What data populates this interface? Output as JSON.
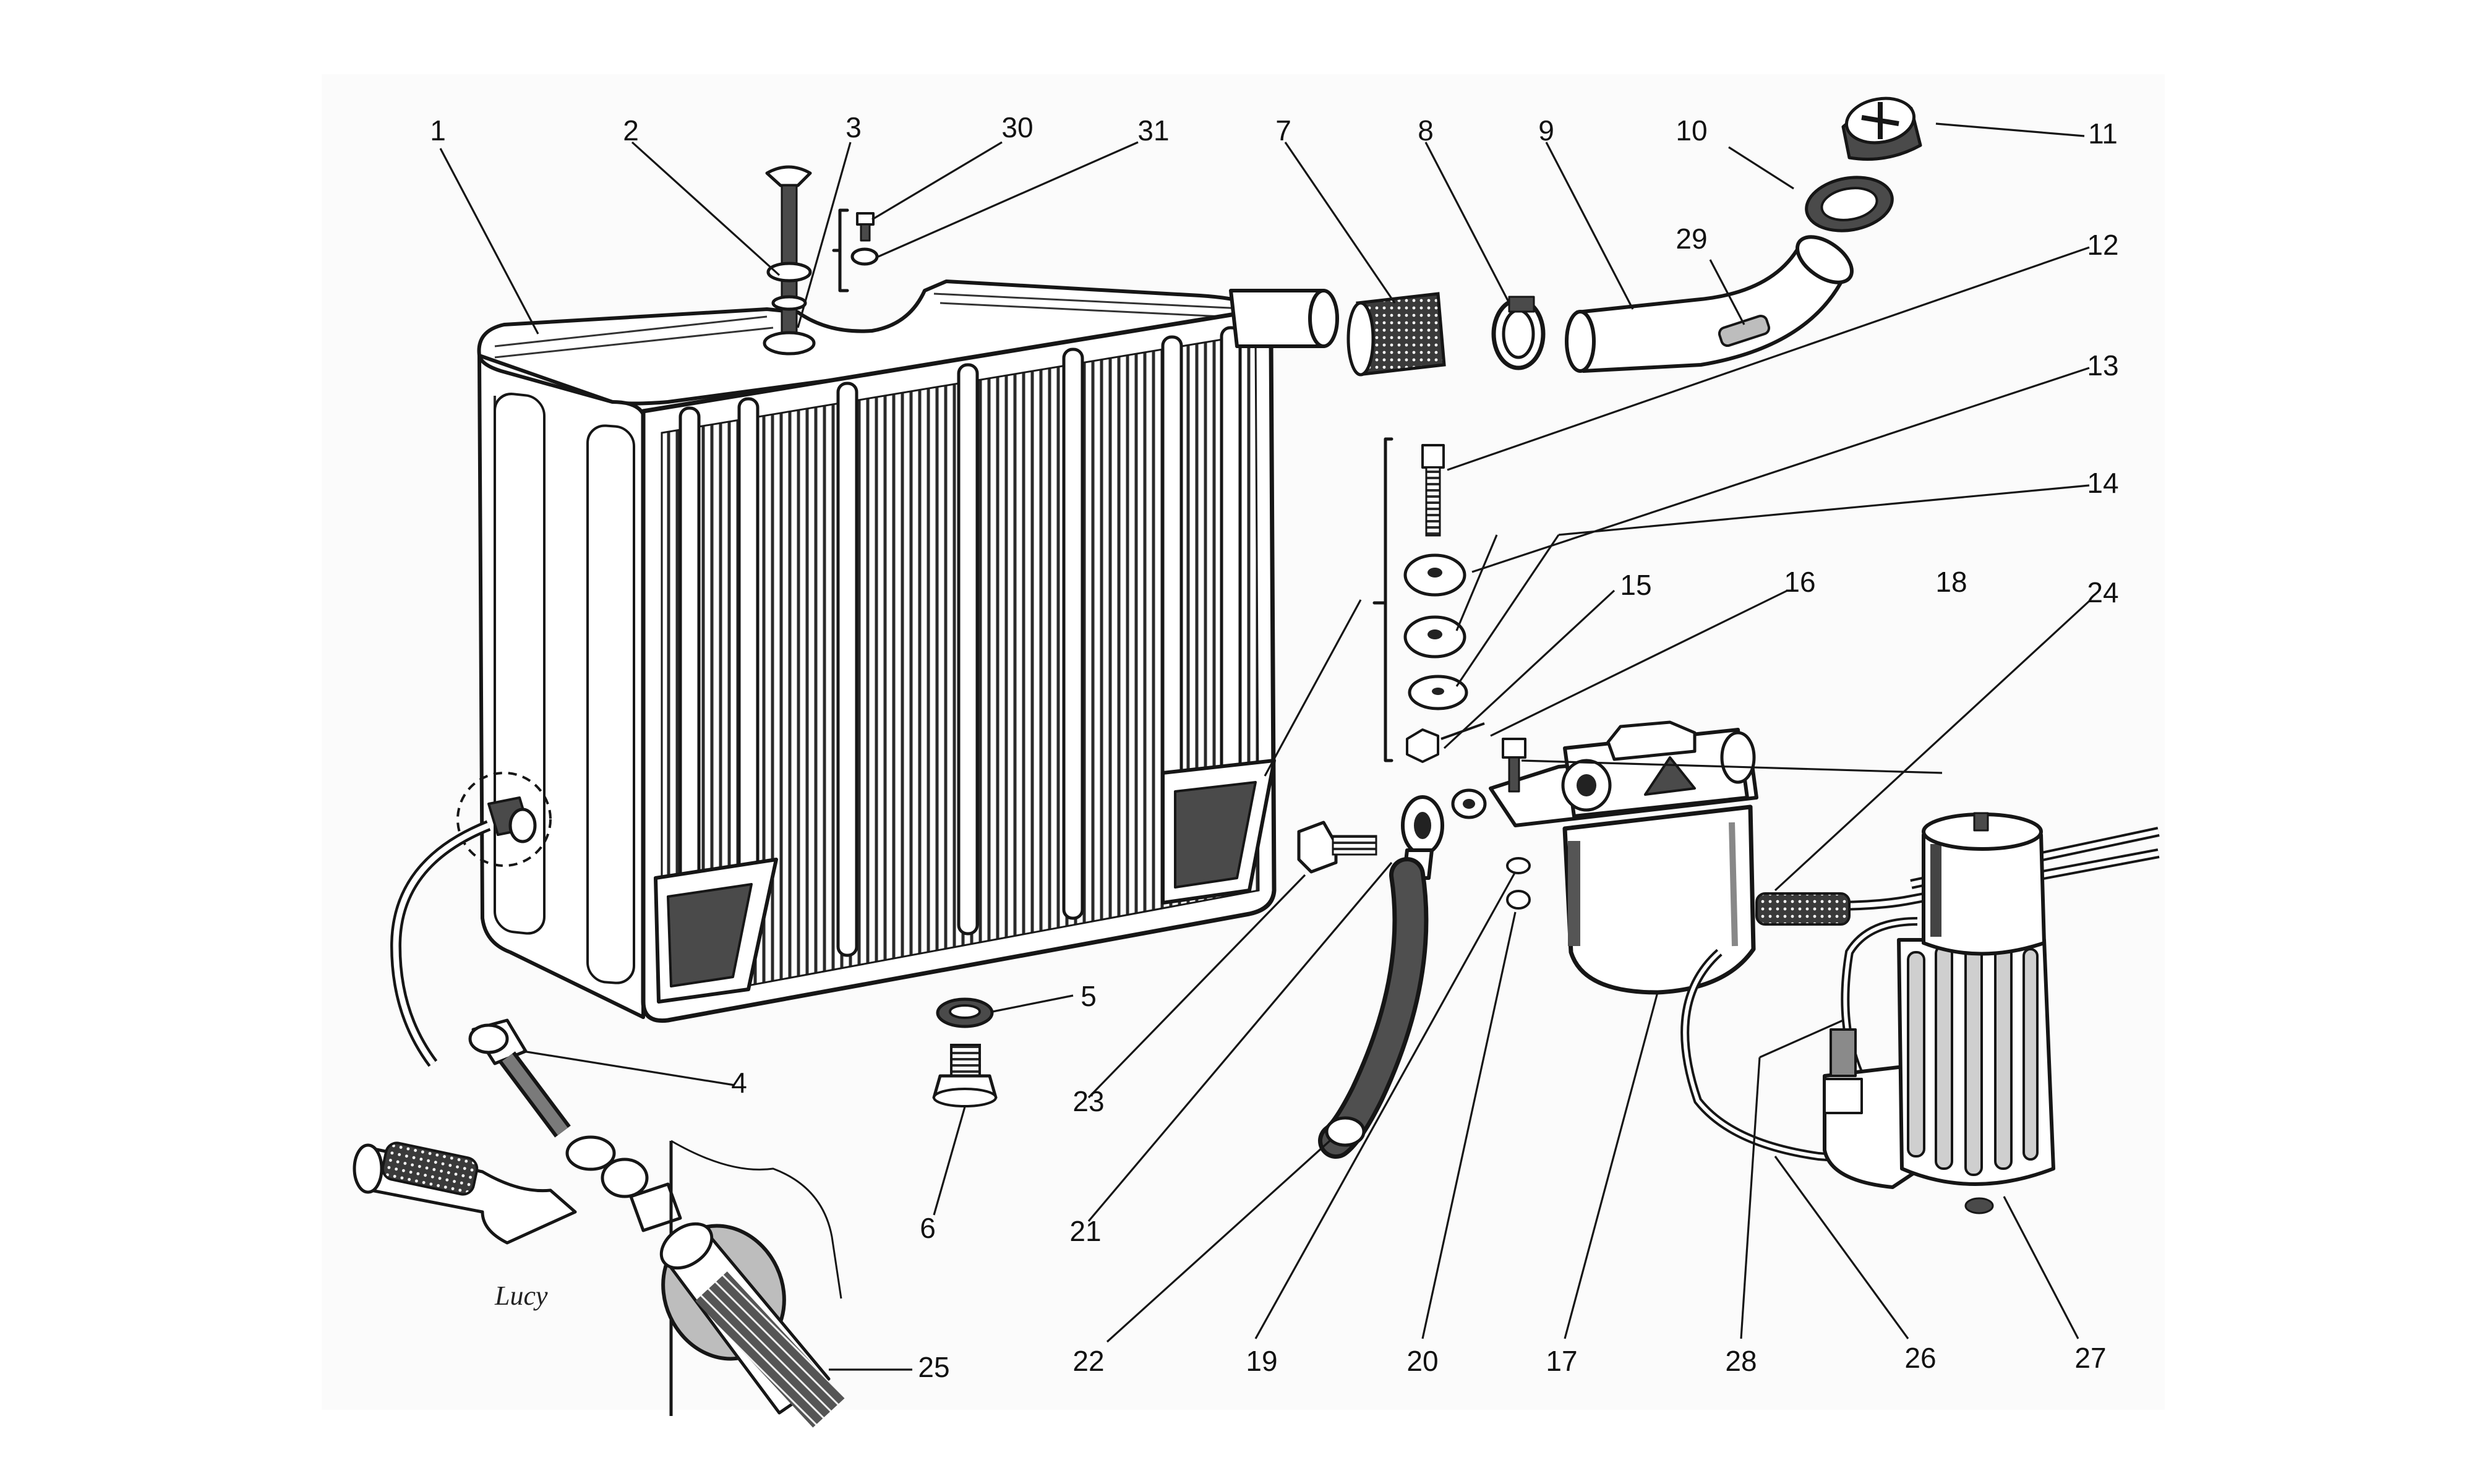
{
  "callouts": [
    {
      "id": "1",
      "label": "1"
    },
    {
      "id": "2",
      "label": "2"
    },
    {
      "id": "3",
      "label": "3"
    },
    {
      "id": "30",
      "label": "30"
    },
    {
      "id": "31",
      "label": "31"
    },
    {
      "id": "7",
      "label": "7"
    },
    {
      "id": "8",
      "label": "8"
    },
    {
      "id": "9",
      "label": "9"
    },
    {
      "id": "10",
      "label": "10"
    },
    {
      "id": "11",
      "label": "11"
    },
    {
      "id": "29",
      "label": "29"
    },
    {
      "id": "12",
      "label": "12"
    },
    {
      "id": "13",
      "label": "13"
    },
    {
      "id": "14",
      "label": "14"
    },
    {
      "id": "15",
      "label": "15"
    },
    {
      "id": "16",
      "label": "16"
    },
    {
      "id": "18",
      "label": "18"
    },
    {
      "id": "24",
      "label": "24"
    },
    {
      "id": "5",
      "label": "5"
    },
    {
      "id": "4",
      "label": "4"
    },
    {
      "id": "6",
      "label": "6"
    },
    {
      "id": "23",
      "label": "23"
    },
    {
      "id": "21",
      "label": "21"
    },
    {
      "id": "22",
      "label": "22"
    },
    {
      "id": "19",
      "label": "19"
    },
    {
      "id": "20",
      "label": "20"
    },
    {
      "id": "17",
      "label": "17"
    },
    {
      "id": "28",
      "label": "28"
    },
    {
      "id": "26",
      "label": "26"
    },
    {
      "id": "27",
      "label": "27"
    },
    {
      "id": "25",
      "label": "25"
    }
  ],
  "signature": "Lucy"
}
